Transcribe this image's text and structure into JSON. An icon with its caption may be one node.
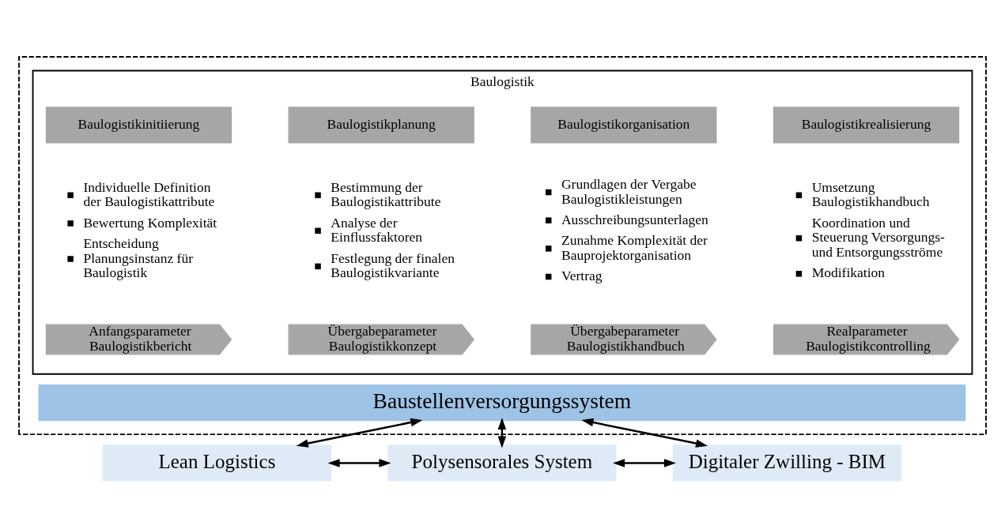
{
  "diagram": {
    "nodes": [
      {
        "text": [],
        "shape": "box"
      },
      {
        "text": [
          "Baulogistik"
        ],
        "in": 0
      },
      {
        "text": [
          "Baulogistikinitiierung"
        ],
        "in": 1
      },
      {
        "text": [
          "Baulogistikplanung"
        ],
        "in": 1
      },
      {
        "text": [
          "Baulogistikorganisation"
        ],
        "in": 1
      },
      {
        "text": [
          "Baulogistikrealisierung"
        ],
        "in": 1
      },
      {
        "text": [
          "Anfangsparameter Baulogistikbericht"
        ],
        "in": 1
      },
      {
        "text": [
          "Übergabeparameter Baulogistikkonzept"
        ],
        "in": 1
      },
      {
        "text": [
          "Übergabeparameter Baulogistikhandbuch"
        ],
        "in": 1
      },
      {
        "text": [
          "Realparameter Baulogistikcontrolling"
        ],
        "in": 1
      },
      {
        "text": [
          "Baustellenversorgungssystem"
        ],
        "in": 0
      },
      {
        "text": [
          "Lean Logistics"
        ]
      },
      {
        "text": [
          "Polysensorales System"
        ]
      },
      {
        "text": [
          "Digitaler Zwilling - BIM"
        ]
      }
    ],
    "edges": [
      {
        "from": 10,
        "to": 11,
        "arrow": "both"
      },
      {
        "from": 10,
        "to": 12,
        "arrow": "both"
      },
      {
        "from": 10,
        "to": 13,
        "arrow": "both"
      },
      {
        "from": 11,
        "to": 12,
        "arrow": "both"
      },
      {
        "from": 12,
        "to": 13,
        "arrow": "both"
      }
    ],
    "labels": [
      "Individuelle Definition der Baulogistikattribute",
      "Bewertung Komplexität",
      "Entscheidung Planungsinstanz für Baulogistik",
      "Bestimmung der Baulogistikattribute",
      "Analyse der Einflussfaktoren",
      "Festlegung der finalen Baulogistikvariante",
      "Grundlagen der Vergabe Baulogistikleistungen",
      "Ausschreibungsunterlagen",
      "Zunahme Komplexität der Bauprojektorganisation",
      "Vertrag",
      "Umsetzung Baulogistikhandbuch",
      "Koordination und Steuerung Versorgungs- und Entsorgungsströme",
      "Modifikation"
    ]
  }
}
